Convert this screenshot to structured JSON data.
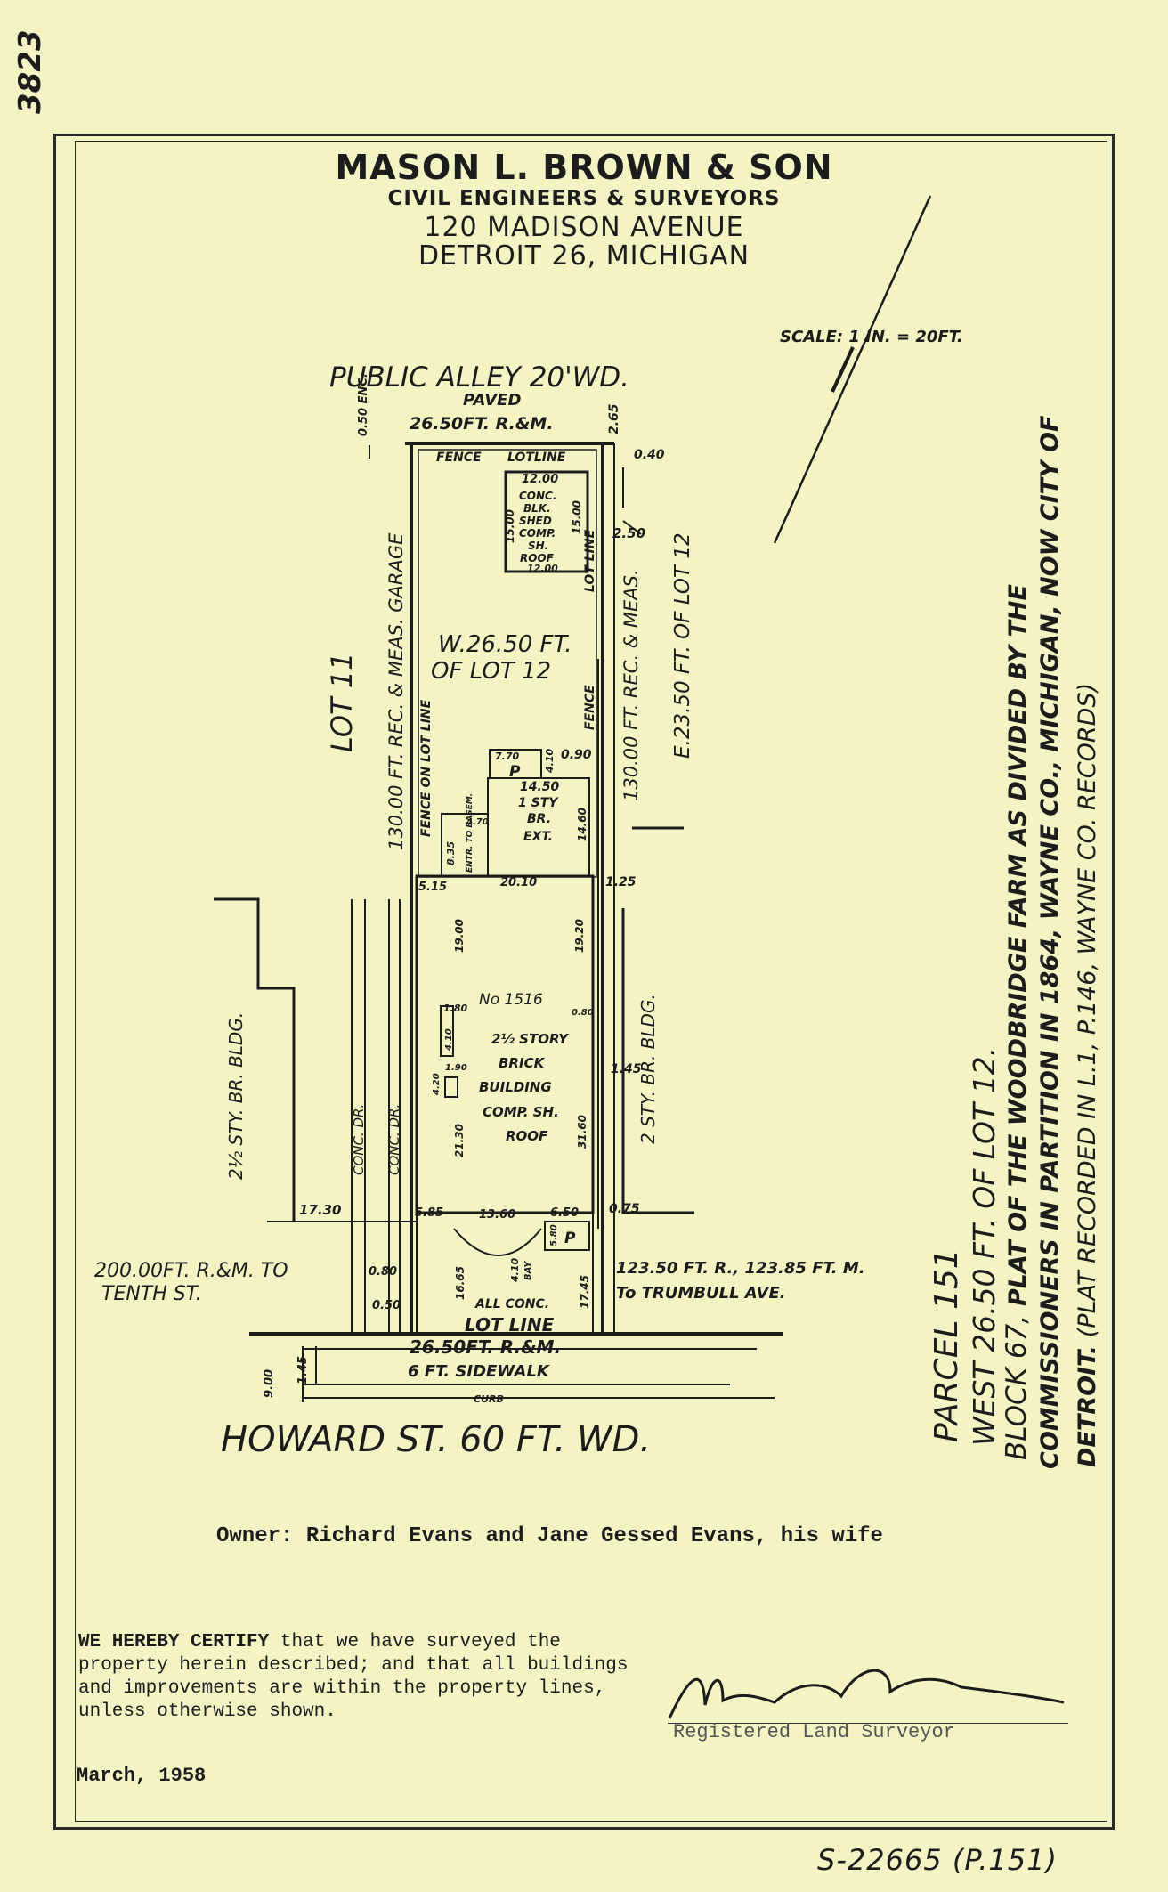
{
  "sheet_number": "3823",
  "header": {
    "firm": "MASON L. BROWN & SON",
    "profession": "CIVIL ENGINEERS & SURVEYORS",
    "address1": "120 MADISON AVENUE",
    "address2": "DETROIT 26, MICHIGAN"
  },
  "scale": "SCALE: 1 IN. = 20FT.",
  "plan": {
    "alley": "PUBLIC ALLEY 20'WD.",
    "paved": "PAVED",
    "enc": "0.50 ENC.",
    "top_dim": "26.50FT. R.&M.",
    "dim_265": "2.65",
    "fence_top": "FENCE",
    "lotline_top": "LOTLINE",
    "dim_040": "0.40",
    "shed_w": "12.00",
    "shed_text": [
      "CONC.",
      "BLK.",
      "SHED",
      "COMP.",
      "SH.",
      "ROOF"
    ],
    "shed_bottom": "12.00",
    "shed_h1": "15.00",
    "shed_h2": "15.00",
    "dim_250": "2.50",
    "lot11": "LOT 11",
    "garage_dim": "130.00 FT. REC. & MEAS. GARAGE",
    "lot12_desc1": "W.26.50 FT.",
    "lot12_desc2": "OF LOT 12",
    "fence_lotline_left": "FENCE ON LOT LINE",
    "fence_right": "FENCE",
    "lot_line_right": "LOT LINE",
    "rec_meas_right": "130.00 FT. REC. & MEAS.",
    "e2350": "E.23.50 FT. OF LOT 12",
    "p_w": "7.70",
    "p_label": "P",
    "dim_410": "4.10",
    "dim_090": "0.90",
    "ext_w": "14.50",
    "ext_text": [
      "1 STY",
      "BR.",
      "EXT."
    ],
    "ext_h": "14.60",
    "dim_835": "8.35",
    "entr_w": "4.70",
    "entr_text": "ENTR. TO BASEM.",
    "dim_515": "5.15",
    "bldg_w": "20.10",
    "dim_125": "1.25",
    "dim_1900": "19.00",
    "dim_1920": "19.20",
    "house_no": "No 1516",
    "house_text": [
      "2½ STORY",
      "BRICK",
      "BUILDING",
      "COMP. SH.",
      "ROOF"
    ],
    "dim_180": "1.80",
    "dim_410b": "4.10",
    "dim_080": "0.80",
    "dim_420": "4.20",
    "dim_190": "1.90",
    "dim_2130": "21.30",
    "dim_3160": "31.60",
    "dim_145": "1.45",
    "left_bldg": "2½ STY. BR. BLDG.",
    "right_bldg": "2 STY. BR. BLDG.",
    "conc_dr1": "CONC. DR.",
    "conc_dr2": "CONC. DR.",
    "dim_1730": "17.30",
    "dim_585": "5.85",
    "dim_1360": "13.60",
    "dim_650": "6.50",
    "dim_075": "0.75",
    "p2_label": "P",
    "dim_580": "5.80",
    "dim_1665": "16.65",
    "dim_410c": "4.10",
    "bay_label": "BAY",
    "dim_1745": "17.45",
    "all_conc": "ALL CONC.",
    "lot_line_bottom": "LOT LINE",
    "tenth1": "200.00FT. R.&M. TO",
    "tenth2": "TENTH ST.",
    "dim_080b": "0.80",
    "dim_050": "0.50",
    "trumbull1": "123.50 FT. R., 123.85 FT. M.",
    "trumbull2": "To TRUMBULL AVE.",
    "bottom_dim": "26.50FT. R.&M.",
    "sidewalk": "6 FT. SIDEWALK",
    "curb": "CURB",
    "dim_900": "9.00",
    "dim_145b": "1.45",
    "street": "HOWARD ST. 60 FT. WD."
  },
  "description": {
    "line1": "PARCEL 151",
    "line2": "WEST 26.50 FT. OF LOT 12.",
    "line3a": "BLOCK 67,",
    "line3b": "PLAT OF THE WOODBRIDGE FARM AS DIVIDED BY THE",
    "line4": "COMMISSIONERS IN PARTITION IN 1864, WAYNE CO., MICHIGAN, NOW CITY OF",
    "line5a": "DETROIT.",
    "line5b": "(PLAT RECORDED IN L.1, P.146, WAYNE CO. RECORDS)"
  },
  "owner": "Owner:  Richard Evans and Jane Gessed Evans, his wife",
  "certificate": {
    "lead": "WE HEREBY CERTIFY",
    "body": " that we have surveyed the property herein described; and that all buildings and improvements are within the property lines, unless otherwise shown."
  },
  "date": "March, 1958",
  "signature": "Mason L. Brown",
  "surveyor_label": "Registered Land Surveyor",
  "plat_number": "S-22665 (P.151)"
}
